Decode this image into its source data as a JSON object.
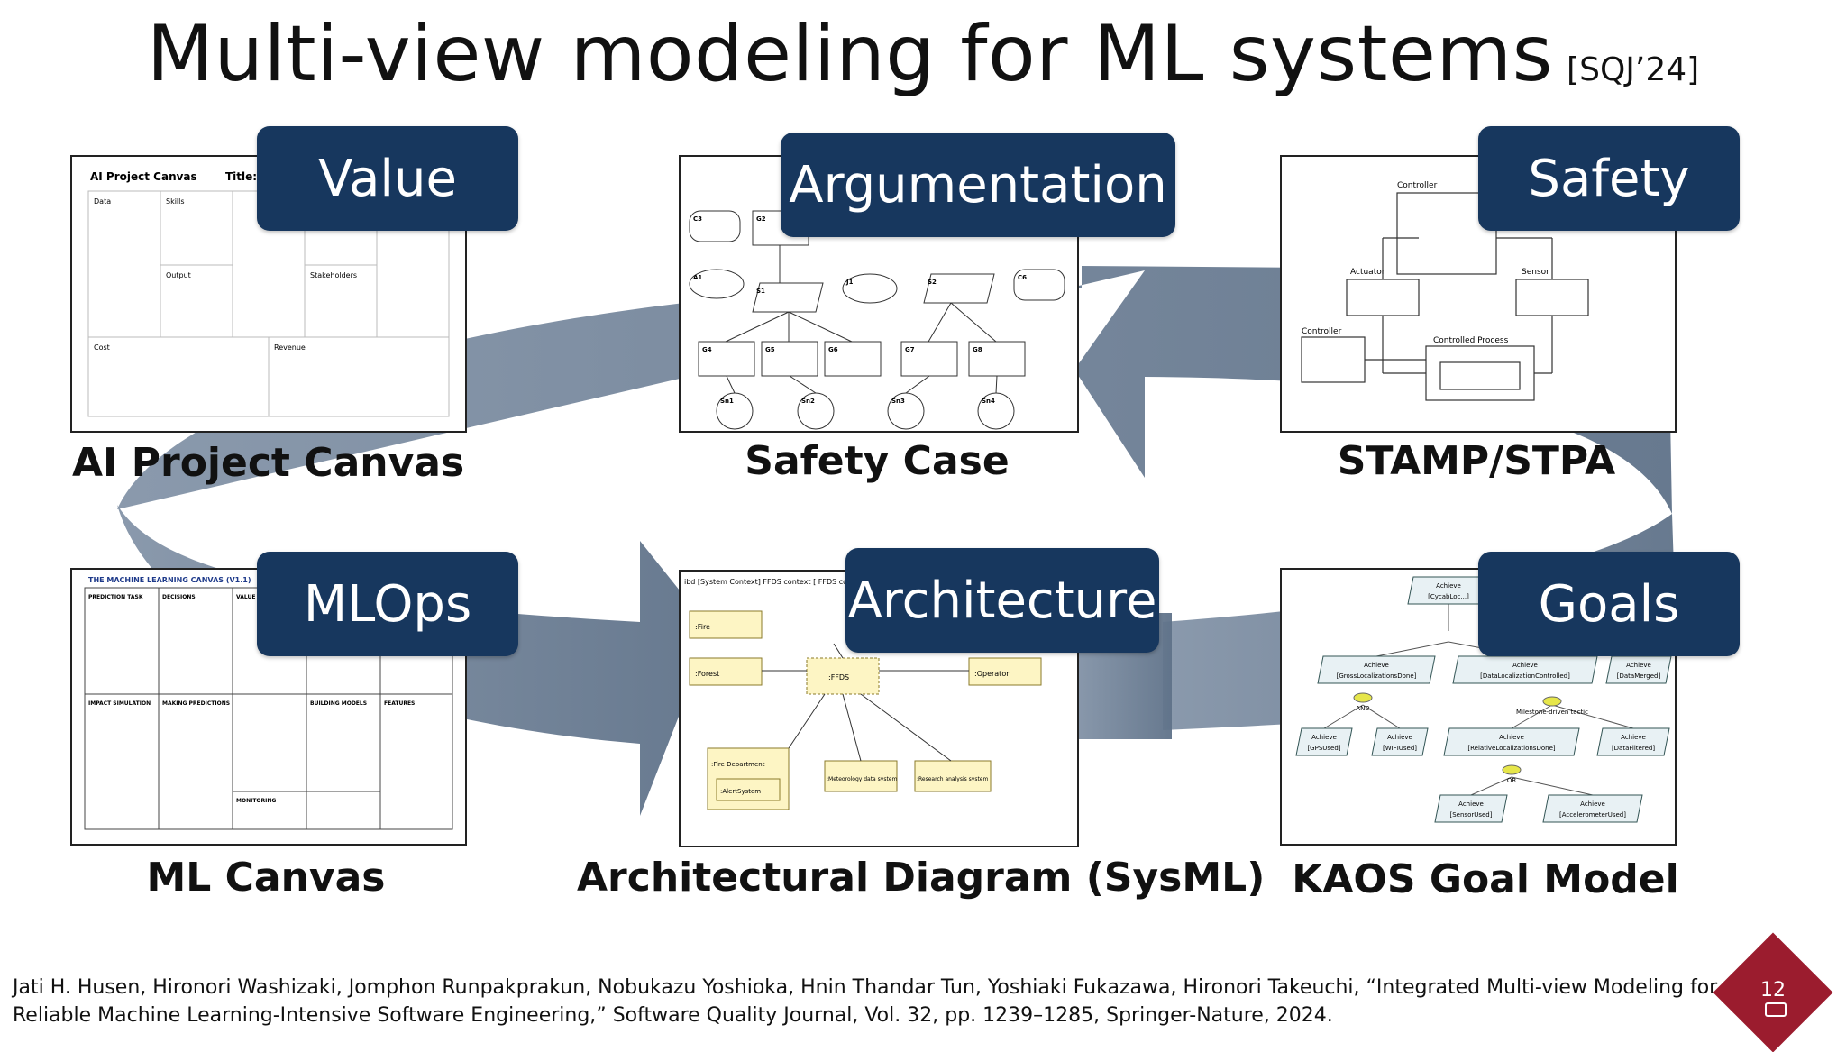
{
  "slide": {
    "title": "Multi-view modeling for ML systems",
    "title_ref": "[SQJ’24]",
    "page_number": "12"
  },
  "views": {
    "value": {
      "badge": "Value",
      "caption": "AI Project Canvas"
    },
    "argumentation": {
      "badge": "Argumentation",
      "caption": "Safety Case"
    },
    "safety": {
      "badge": "Safety",
      "caption": "STAMP/STPA"
    },
    "mlops": {
      "badge": "MLOps",
      "caption": "ML Canvas"
    },
    "architecture": {
      "badge": "Architecture",
      "caption": "Architectural Diagram (SysML)"
    },
    "goals": {
      "badge": "Goals",
      "caption": "KAOS Goal Model"
    }
  },
  "thumbnails": {
    "ai_canvas": {
      "heading": "AI Project Canvas",
      "title_label": "Title:",
      "cells": [
        "Data",
        "Skills",
        "Output",
        "Stakeholders",
        "Cost",
        "Revenue"
      ]
    },
    "safety_case": {
      "nodes": [
        "C3",
        "G2",
        "A1",
        "S1",
        "J1",
        "S2",
        "C6",
        "G4",
        "G5",
        "G6",
        "G7",
        "G8",
        "Sn1",
        "Sn2",
        "Sn3",
        "Sn4"
      ]
    },
    "stpa": {
      "labels": [
        "Controller",
        "Actuator",
        "Sensor",
        "Controller",
        "Controlled Process"
      ]
    },
    "ml_canvas": {
      "heading": "THE MACHINE LEARNING CANVAS (V1.1)",
      "sections": [
        "PREDICTION TASK",
        "DECISIONS",
        "VALUE PROP.",
        "IMPACT SIMULATION",
        "MAKING PREDICTIONS",
        "BUILDING MODELS",
        "FEATURES",
        "MONITORING"
      ]
    },
    "sysml": {
      "frame_label": "ibd [System Context] FFDS context [ FFDS context ]",
      "blocks": [
        ":Fire",
        ":Forest",
        ":FFDS",
        ":Operator",
        ":Fire Department",
        ":AlertSystem",
        ":Meteorology data system",
        ":Research analysis system"
      ]
    },
    "kaos": {
      "goals": [
        "Achieve [CycabLoc...]",
        "Achieve [GrossLocalizationsDone]",
        "Achieve [DataLocalizationControlled]",
        "Achieve [DataMerged]",
        "Achieve [GPSUsed]",
        "Achieve [WIFIUsed]",
        "Achieve [RelativeLocalizationsDone]",
        "Achieve [DataFiltered]",
        "Achieve [SensorUsed]",
        "Achieve [AccelerometerUsed]"
      ],
      "refinements": [
        "AND",
        "OR",
        "Milestone-driven tactic"
      ]
    }
  },
  "citation": {
    "line1": "Jati H. Husen, Hironori Washizaki, Jomphon Runpakprakun, Nobukazu Yoshioka, Hnin Thandar Tun, Yoshiaki Fukazawa, Hironori Takeuchi, “Integrated Multi-view Modeling for",
    "line2": "Reliable Machine Learning-Intensive Software Engineering,” Software Quality Journal, Vol. 32, pp. 1239–1285, Springer-Nature, 2024."
  },
  "colors": {
    "badge": "#17375e",
    "arrow": "#6f8298",
    "page_badge": "#9b1c2e"
  }
}
